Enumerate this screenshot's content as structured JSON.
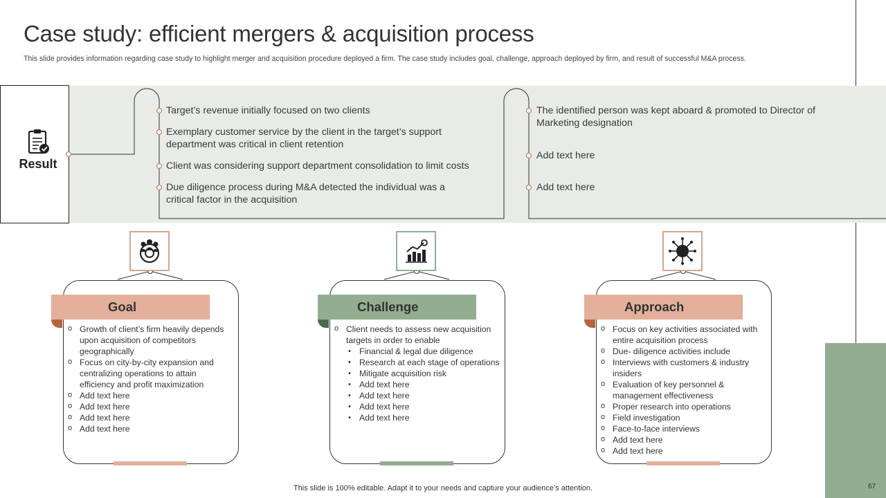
{
  "header": {
    "title": "Case study: efficient mergers & acquisition process",
    "subtitle": "This slide provides information regarding case study to highlight merger and acquisition procedure deployed a firm. The case study includes goal, challenge, approach deployed by firm, and result of successful M&A process."
  },
  "result": {
    "label": "Result",
    "icon": "clipboard-check-icon",
    "left_points": [
      "Target’s revenue initially focused on two clients",
      "Exemplary customer service by the client in the target’s support department was critical in client retention",
      "Client was considering support department consolidation to limit costs",
      "Due diligence process during M&A detected the individual was a critical factor in the acquisition"
    ],
    "right_points": [
      "The identified person was kept aboard & promoted to Director of Marketing designation",
      "Add text here",
      "Add text here"
    ]
  },
  "cards": {
    "goal": {
      "title": "Goal",
      "icon": "team-target-icon",
      "accent": "#e3b09b",
      "items": [
        {
          "text": "Growth of client’s firm heavily depends upon acquisition of competitors geographically",
          "level": 1
        },
        {
          "text": "Focus on city-by-city expansion and centralizing operations to attain efficiency and profit maximization",
          "level": 1
        },
        {
          "text": "Add text here",
          "level": 1
        },
        {
          "text": "Add text here",
          "level": 1
        },
        {
          "text": "Add text here",
          "level": 1
        },
        {
          "text": "Add text here",
          "level": 1
        }
      ]
    },
    "challenge": {
      "title": "Challenge",
      "icon": "growth-chart-icon",
      "accent": "#93ad90",
      "items": [
        {
          "text": "Client needs to assess new acquisition targets in order to enable",
          "level": 1
        },
        {
          "text": "Financial & legal due diligence",
          "level": 2
        },
        {
          "text": "Research at each stage of operations",
          "level": 2
        },
        {
          "text": "Mitigate acquisition risk",
          "level": 2
        },
        {
          "text": "Add text here",
          "level": 2
        },
        {
          "text": "Add text here",
          "level": 2
        },
        {
          "text": "Add text here",
          "level": 2
        },
        {
          "text": "Add text here",
          "level": 2
        }
      ]
    },
    "approach": {
      "title": "Approach",
      "icon": "gear-network-icon",
      "accent": "#e3b09b",
      "items": [
        {
          "text": "Focus on key activities associated with entire acquisition process",
          "level": 1
        },
        {
          "text": "Due- diligence activities include",
          "level": 1
        },
        {
          "text": "Interviews with customers & industry insiders",
          "level": 1
        },
        {
          "text": "Evaluation of key personnel & management effectiveness",
          "level": 1
        },
        {
          "text": "Proper research into operations",
          "level": 1
        },
        {
          "text": "Field investigation",
          "level": 1
        },
        {
          "text": "Face-to-face interviews",
          "level": 1
        },
        {
          "text": "Add text here",
          "level": 1
        },
        {
          "text": "Add text here",
          "level": 1
        }
      ]
    }
  },
  "footer": {
    "note": "This slide is 100% editable. Adapt it to your needs and capture your audience’s attention.",
    "page_number": "67"
  },
  "colors": {
    "peach": "#e3b09b",
    "peach_dark": "#b5643c",
    "sage": "#93ad90",
    "sage_dark": "#4e6a4c",
    "band": "#e8ebe6"
  }
}
